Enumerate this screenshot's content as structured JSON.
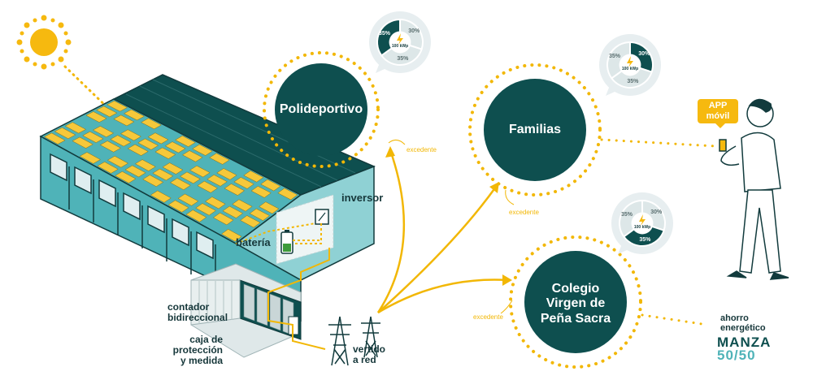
{
  "nodes": {
    "polideportivo": "Polideportivo",
    "familias": "Familias",
    "colegio": [
      "Colegio",
      "Virgen de",
      "Peña Sacra"
    ]
  },
  "labels": {
    "inversor": "inversor",
    "bateria": "batería",
    "contador": [
      "contador",
      "bidireccional"
    ],
    "caja": [
      "caja de",
      "protección",
      "y medida"
    ],
    "vertido": [
      "vertido",
      "a red"
    ],
    "ahorro": [
      "ahorro",
      "energético"
    ],
    "app": [
      "APP",
      "móvil"
    ],
    "logo": [
      "MANZA",
      "50/50"
    ]
  },
  "excedente": [
    "excedente",
    "excedente",
    "excedente"
  ],
  "pies": [
    {
      "name": "polideportivo-pie",
      "capacity": "100 kWp",
      "shares": [
        "35%",
        "30%",
        "35%"
      ],
      "highlight": 0
    },
    {
      "name": "familias-pie",
      "capacity": "100 kWp",
      "shares": [
        "35%",
        "30%",
        "35%"
      ],
      "highlight": 1
    },
    {
      "name": "colegio-pie",
      "capacity": "100 kWp",
      "shares": [
        "35%",
        "30%",
        "35%"
      ],
      "highlight": 2
    }
  ],
  "colors": {
    "dark": "#0e4f4f",
    "teal": "#4fb3b8",
    "yellow": "#f2b705",
    "light": "#dde7e8"
  }
}
